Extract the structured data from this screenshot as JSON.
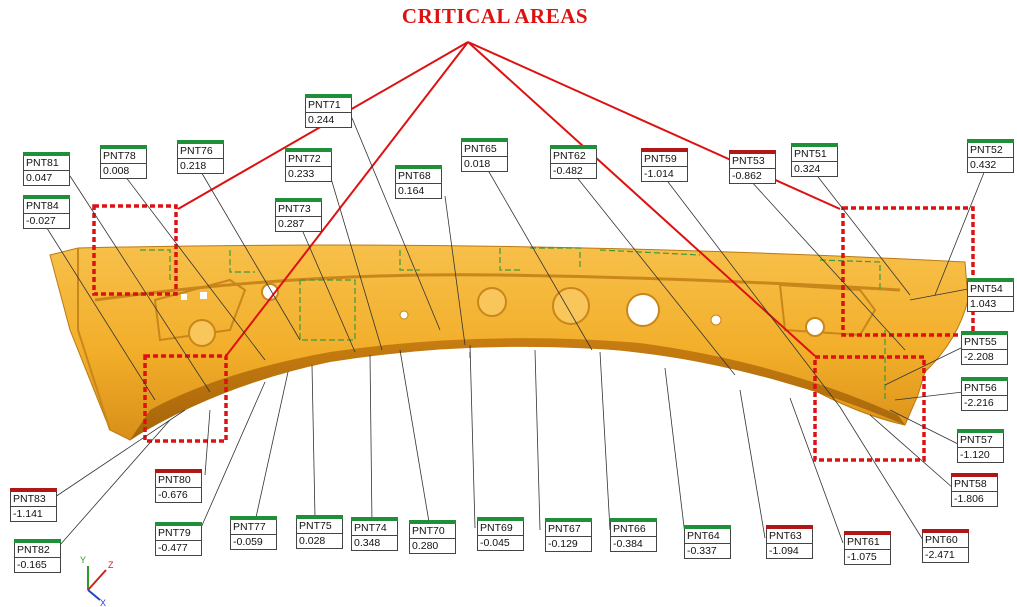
{
  "title": "CRITICAL AREAS",
  "axes": {
    "y_label": "Y",
    "z_label": "Z",
    "x_label": "X"
  },
  "colors": {
    "in_tolerance": "#1f8f3a",
    "out_of_tolerance": "#b01717",
    "critical": "#dd1111",
    "part": "#f2ae2a"
  },
  "points": [
    {
      "id": "PNT81",
      "name": "PNT81",
      "value": "0.047",
      "status": "green"
    },
    {
      "id": "PNT78",
      "name": "PNT78",
      "value": "0.008",
      "status": "green"
    },
    {
      "id": "PNT76",
      "name": "PNT76",
      "value": "0.218",
      "status": "green"
    },
    {
      "id": "PNT71",
      "name": "PNT71",
      "value": "0.244",
      "status": "green"
    },
    {
      "id": "PNT72",
      "name": "PNT72",
      "value": "0.233",
      "status": "green"
    },
    {
      "id": "PNT65",
      "name": "PNT65",
      "value": "0.018",
      "status": "green"
    },
    {
      "id": "PNT62",
      "name": "PNT62",
      "value": "-0.482",
      "status": "green"
    },
    {
      "id": "PNT59",
      "name": "PNT59",
      "value": "-1.014",
      "status": "red"
    },
    {
      "id": "PNT53",
      "name": "PNT53",
      "value": "-0.862",
      "status": "red"
    },
    {
      "id": "PNT51",
      "name": "PNT51",
      "value": "0.324",
      "status": "green"
    },
    {
      "id": "PNT52",
      "name": "PNT52",
      "value": "0.432",
      "status": "green"
    },
    {
      "id": "PNT68",
      "name": "PNT68",
      "value": "0.164",
      "status": "green"
    },
    {
      "id": "PNT84",
      "name": "PNT84",
      "value": "-0.027",
      "status": "green"
    },
    {
      "id": "PNT73",
      "name": "PNT73",
      "value": "0.287",
      "status": "green"
    },
    {
      "id": "PNT54",
      "name": "PNT54",
      "value": "1.043",
      "status": "green"
    },
    {
      "id": "PNT55",
      "name": "PNT55",
      "value": "-2.208",
      "status": "green"
    },
    {
      "id": "PNT56",
      "name": "PNT56",
      "value": "-2.216",
      "status": "green"
    },
    {
      "id": "PNT57",
      "name": "PNT57",
      "value": "-1.120",
      "status": "green"
    },
    {
      "id": "PNT58",
      "name": "PNT58",
      "value": "-1.806",
      "status": "red"
    },
    {
      "id": "PNT60",
      "name": "PNT60",
      "value": "-2.471",
      "status": "red"
    },
    {
      "id": "PNT61",
      "name": "PNT61",
      "value": "-1.075",
      "status": "red"
    },
    {
      "id": "PNT63",
      "name": "PNT63",
      "value": "-1.094",
      "status": "red"
    },
    {
      "id": "PNT64",
      "name": "PNT64",
      "value": "-0.337",
      "status": "green"
    },
    {
      "id": "PNT66",
      "name": "PNT66",
      "value": "-0.384",
      "status": "green"
    },
    {
      "id": "PNT67",
      "name": "PNT67",
      "value": "-0.129",
      "status": "green"
    },
    {
      "id": "PNT69",
      "name": "PNT69",
      "value": "-0.045",
      "status": "green"
    },
    {
      "id": "PNT70",
      "name": "PNT70",
      "value": "0.280",
      "status": "green"
    },
    {
      "id": "PNT74",
      "name": "PNT74",
      "value": "0.348",
      "status": "green"
    },
    {
      "id": "PNT75",
      "name": "PNT75",
      "value": "0.028",
      "status": "green"
    },
    {
      "id": "PNT77",
      "name": "PNT77",
      "value": "-0.059",
      "status": "green"
    },
    {
      "id": "PNT79",
      "name": "PNT79",
      "value": "-0.477",
      "status": "green"
    },
    {
      "id": "PNT80",
      "name": "PNT80",
      "value": "-0.676",
      "status": "red"
    },
    {
      "id": "PNT83",
      "name": "PNT83",
      "value": "-1.141",
      "status": "red"
    },
    {
      "id": "PNT82",
      "name": "PNT82",
      "value": "-0.165",
      "status": "green"
    }
  ]
}
